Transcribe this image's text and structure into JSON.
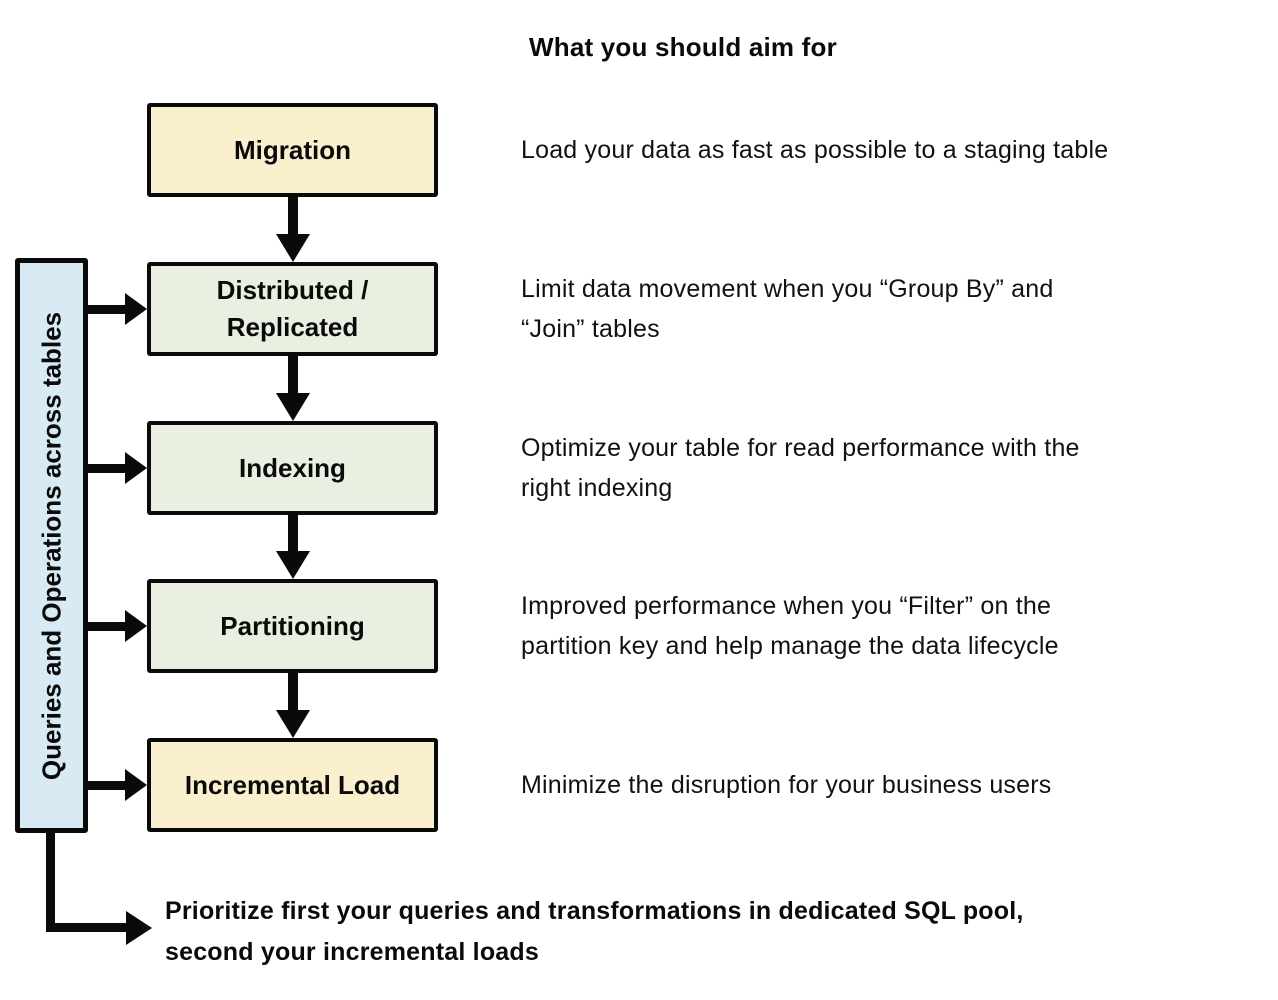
{
  "title": "What you should aim for",
  "sidebar": {
    "label": "Queries and Operations across tables"
  },
  "flow": {
    "boxes": [
      {
        "label": "Migration",
        "fill": "#FBF0CE"
      },
      {
        "label": "Distributed / Replicated",
        "fill": "#E9F0E1"
      },
      {
        "label": "Indexing",
        "fill": "#E9F0E1"
      },
      {
        "label": "Partitioning",
        "fill": "#E9F0E1"
      },
      {
        "label": "Incremental Load",
        "fill": "#FBF0CE"
      }
    ]
  },
  "aims": [
    {
      "lines": [
        "Load your data as fast as possible to a staging table"
      ]
    },
    {
      "lines": [
        "Limit data movement when you “Group By” and",
        "“Join” tables"
      ]
    },
    {
      "lines": [
        "Optimize your table for read performance with the",
        "right indexing"
      ]
    },
    {
      "lines": [
        "Improved performance when you “Filter” on the",
        "partition key and help manage the data lifecycle"
      ]
    },
    {
      "lines": [
        "Minimize the disruption for your business users"
      ]
    }
  ],
  "footer": {
    "line1": "Prioritize first your queries and transformations in dedicated SQL pool,",
    "line2": "second your incremental loads"
  },
  "colors": {
    "box_cream": "#FBF0CE",
    "box_green": "#E9F0E1",
    "sidebar_blue": "#D8EAF4",
    "line_black": "#0a0a0a"
  }
}
